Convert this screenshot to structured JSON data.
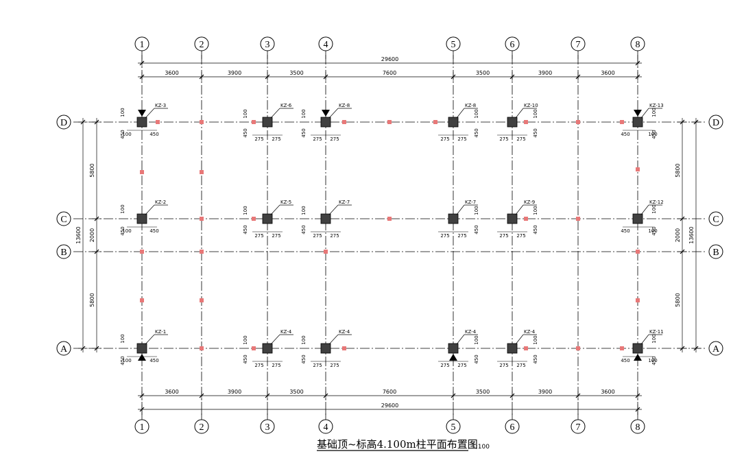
{
  "drawing": {
    "title": "基础顶~标高4.100m柱平面布置图",
    "scale": "1:100"
  },
  "grid": {
    "vertical": [
      "1",
      "2",
      "3",
      "4",
      "5",
      "6",
      "7",
      "8"
    ],
    "horizontal": [
      "D",
      "C",
      "B",
      "A"
    ]
  },
  "dimensions": {
    "overall_horizontal": "29600",
    "bays_horizontal": [
      "3600",
      "3900",
      "3500",
      "7600",
      "3500",
      "3900",
      "3600"
    ],
    "overall_vertical": "13600",
    "bays_vertical": [
      "5800",
      "2000",
      "5800"
    ]
  },
  "columns": [
    {
      "id": "KZ-3",
      "grid": "1/D"
    },
    {
      "id": "KZ-6",
      "grid": "3/D"
    },
    {
      "id": "KZ-8",
      "grid": "4/D"
    },
    {
      "id": "KZ-8",
      "grid": "5/D"
    },
    {
      "id": "KZ-10",
      "grid": "6/D"
    },
    {
      "id": "KZ-13",
      "grid": "8/D"
    },
    {
      "id": "KZ-2",
      "grid": "1/C"
    },
    {
      "id": "KZ-5",
      "grid": "3/C"
    },
    {
      "id": "KZ-7",
      "grid": "4/C"
    },
    {
      "id": "KZ-7",
      "grid": "5/C"
    },
    {
      "id": "KZ-9",
      "grid": "6/C"
    },
    {
      "id": "KZ-12",
      "grid": "8/C"
    },
    {
      "id": "KZ-1",
      "grid": "1/A"
    },
    {
      "id": "KZ-4",
      "grid": "3/A"
    },
    {
      "id": "KZ-4",
      "grid": "4/A"
    },
    {
      "id": "KZ-4",
      "grid": "5/A"
    },
    {
      "id": "KZ-4",
      "grid": "6/A"
    },
    {
      "id": "KZ-11",
      "grid": "8/A"
    }
  ],
  "offsets": {
    "a": "100",
    "b": "450",
    "c": "275"
  },
  "colors": {
    "line": "#000000",
    "column": "#404040",
    "marker": "#e87878"
  }
}
